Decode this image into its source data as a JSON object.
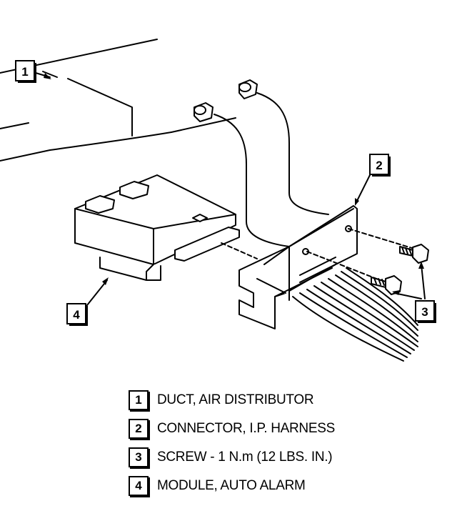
{
  "callouts": [
    {
      "number": "1",
      "label": "DUCT, AIR DISTRIBUTOR"
    },
    {
      "number": "2",
      "label": "CONNECTOR, I.P. HARNESS"
    },
    {
      "number": "3",
      "label": "SCREW - 1 N.m (12 LBS. IN.)"
    },
    {
      "number": "4",
      "label": "MODULE, AUTO ALARM"
    }
  ]
}
